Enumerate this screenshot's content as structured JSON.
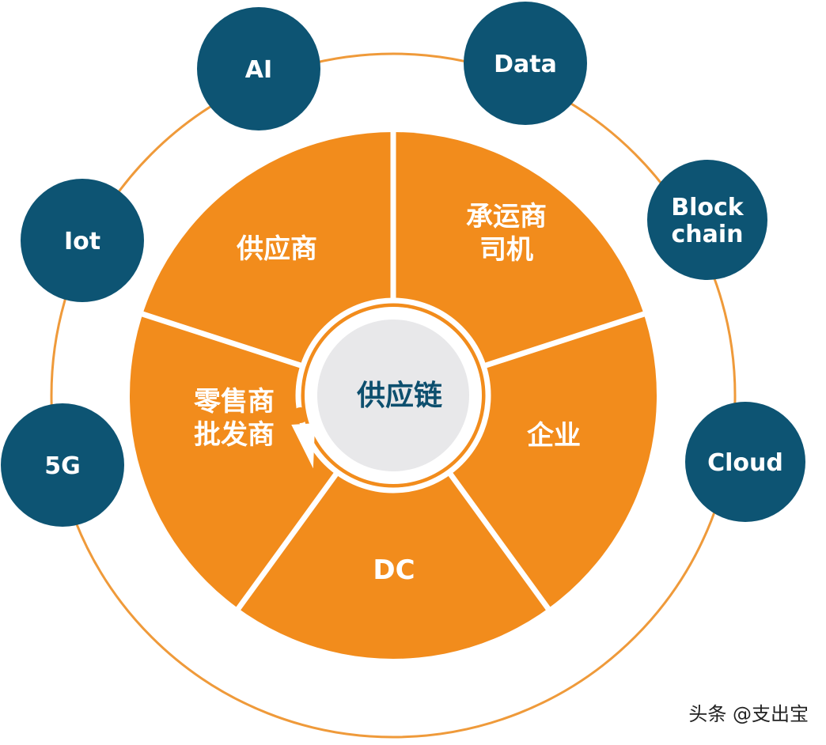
{
  "colors": {
    "orange": "#f28c1c",
    "orange_ring": "#ef9a3a",
    "navy": "#0d5473",
    "center_fill": "#e8e8ea",
    "center_text": "#0d4f6e",
    "white": "#ffffff"
  },
  "center": {
    "label": "供应链"
  },
  "segments": [
    {
      "lines": [
        "供应商"
      ]
    },
    {
      "lines": [
        "承运商",
        "司机"
      ]
    },
    {
      "lines": [
        "企业"
      ]
    },
    {
      "lines": [
        "DC"
      ]
    },
    {
      "lines": [
        "零售商",
        "批发商"
      ]
    }
  ],
  "satellites": [
    {
      "lines": [
        "AI"
      ]
    },
    {
      "lines": [
        "Data"
      ]
    },
    {
      "lines": [
        "Block",
        "chain"
      ]
    },
    {
      "lines": [
        "Cloud"
      ]
    },
    {
      "lines": [
        "5G"
      ]
    },
    {
      "lines": [
        "Iot"
      ]
    }
  ],
  "watermark": "头条 @支出宝"
}
